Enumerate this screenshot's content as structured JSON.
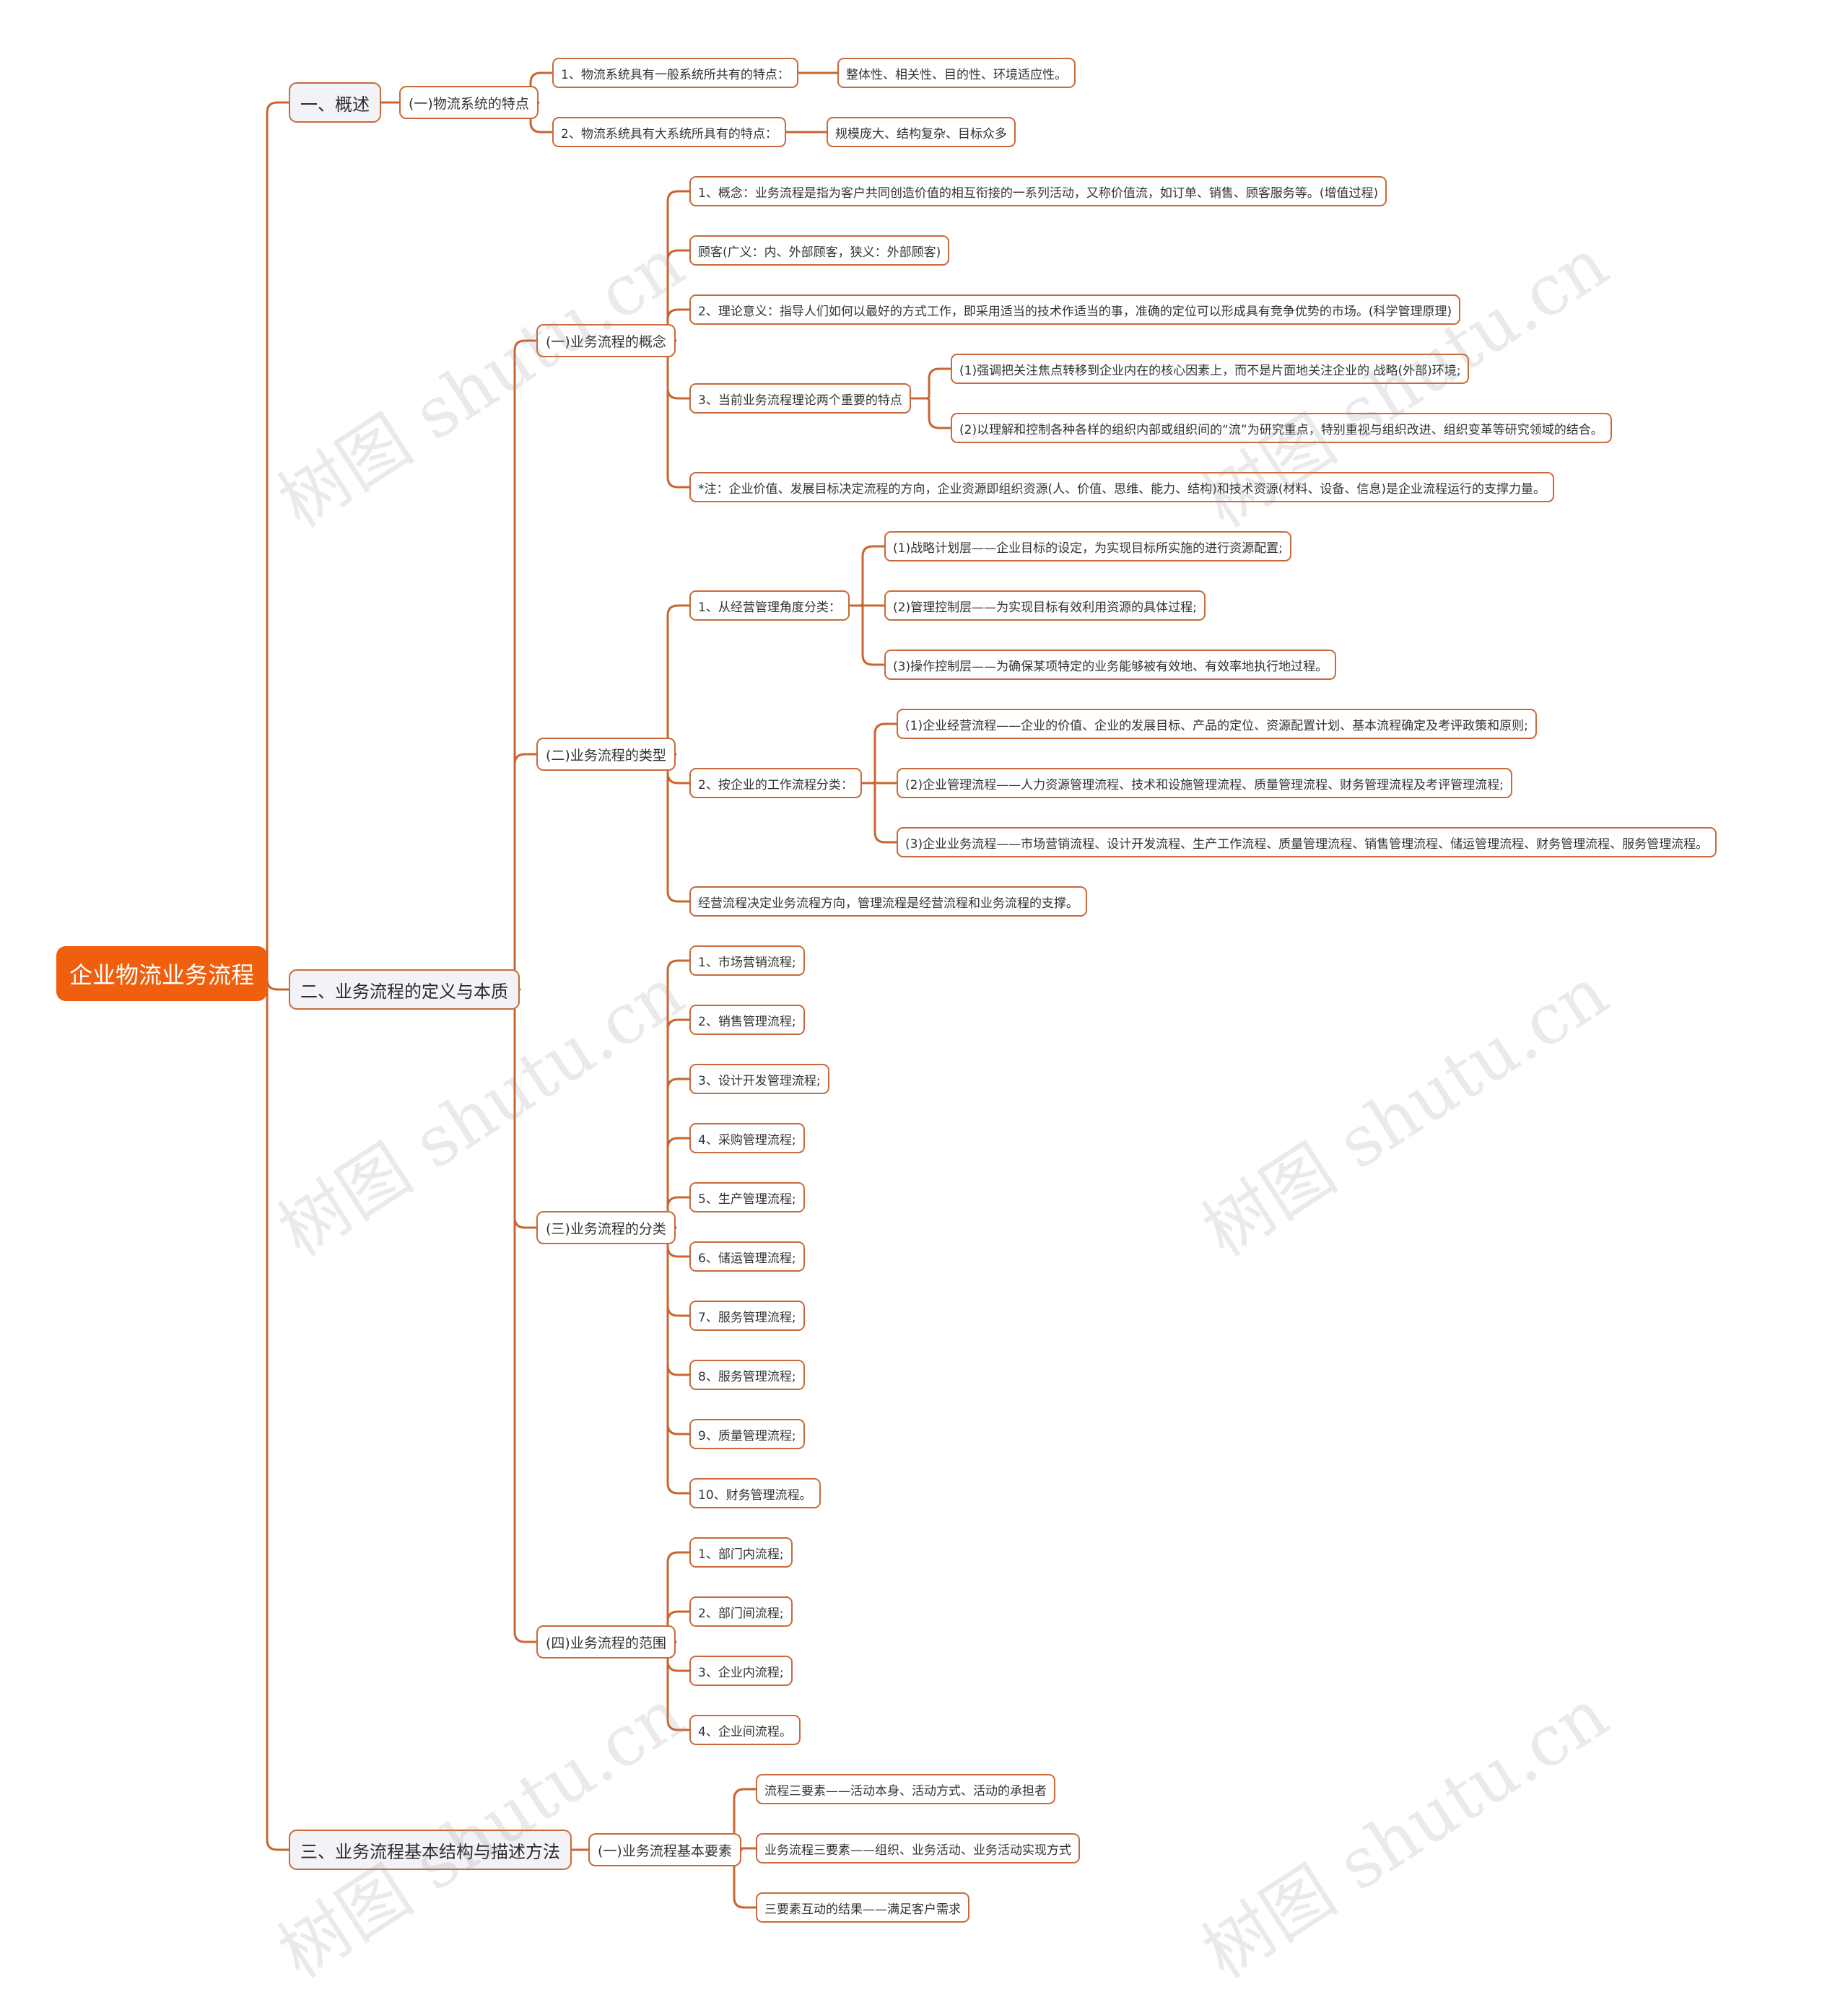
{
  "root": "企业物流业务流程",
  "watermark": "树图 shutu.cn",
  "colors": {
    "accent": "#ef5f0d",
    "line": "#c9652f",
    "border": "#c86a3a"
  },
  "sections": {
    "s1": {
      "label": "一、概述",
      "c1": {
        "label": "(一)物流系统的特点",
        "items": {
          "i1": {
            "label": "1、物流系统具有一般系统所共有的特点：",
            "detail": "整体性、相关性、目的性、环境适应性。"
          },
          "i2": {
            "label": "2、物流系统具有大系统所具有的特点：",
            "detail": "规模庞大、结构复杂、目标众多"
          }
        }
      }
    },
    "s2": {
      "label": "二、业务流程的定义与本质",
      "c1": {
        "label": "(一)业务流程的概念",
        "i1": "1、概念：业务流程是指为客户共同创造价值的相互衔接的一系列活动，又称价值流，如订单、销售、顾客服务等。(增值过程)",
        "i2": "顾客(广义：内、外部顾客，狭义：外部顾客)",
        "i3": "2、理论意义：指导人们如何以最好的方式工作，即采用适当的技术作适当的事，准确的定位可以形成具有竞争优势的市场。(科学管理原理)",
        "i4": {
          "label": "3、当前业务流程理论两个重要的特点",
          "a": "(1)强调把关注焦点转移到企业内在的核心因素上，而不是片面地关注企业的 战略(外部)环境;",
          "b": "(2)以理解和控制各种各样的组织内部或组织间的“流”为研究重点，特别重视与组织改进、组织变革等研究领域的结合。"
        },
        "i5": "*注：企业价值、发展目标决定流程的方向，企业资源即组织资源(人、价值、思维、能力、结构)和技术资源(材料、设备、信息)是企业流程运行的支撑力量。"
      },
      "c2": {
        "label": "(二)业务流程的类型",
        "g1": {
          "label": "1、从经营管理角度分类：",
          "a": "(1)战略计划层——企业目标的设定，为实现目标所实施的进行资源配置;",
          "b": "(2)管理控制层——为实现目标有效利用资源的具体过程;",
          "c": "(3)操作控制层——为确保某项特定的业务能够被有效地、有效率地执行地过程。"
        },
        "g2": {
          "label": "2、按企业的工作流程分类：",
          "a": "(1)企业经营流程——企业的价值、企业的发展目标、产品的定位、资源配置计划、基本流程确定及考评政策和原则;",
          "b": "(2)企业管理流程——人力资源管理流程、技术和设施管理流程、质量管理流程、财务管理流程及考评管理流程;",
          "c": "(3)企业业务流程——市场营销流程、设计开发流程、生产工作流程、质量管理流程、销售管理流程、储运管理流程、财务管理流程、服务管理流程。"
        },
        "g3": "经营流程决定业务流程方向，管理流程是经营流程和业务流程的支撑。"
      },
      "c3": {
        "label": "(三)业务流程的分类",
        "items": [
          "1、市场营销流程;",
          "2、销售管理流程;",
          "3、设计开发管理流程;",
          "4、采购管理流程;",
          "5、生产管理流程;",
          "6、储运管理流程;",
          "7、服务管理流程;",
          "8、服务管理流程;",
          "9、质量管理流程;",
          "10、财务管理流程。"
        ]
      },
      "c4": {
        "label": "(四)业务流程的范围",
        "items": [
          "1、部门内流程;",
          "2、部门间流程;",
          "3、企业内流程;",
          "4、企业间流程。"
        ]
      }
    },
    "s3": {
      "label": "三、业务流程基本结构与描述方法",
      "c1": {
        "label": "(一)业务流程基本要素",
        "items": [
          "流程三要素——活动本身、活动方式、活动的承担者",
          "业务流程三要素——组织、业务活动、业务活动实现方式",
          "三要素互动的结果——满足客户需求"
        ]
      }
    }
  }
}
